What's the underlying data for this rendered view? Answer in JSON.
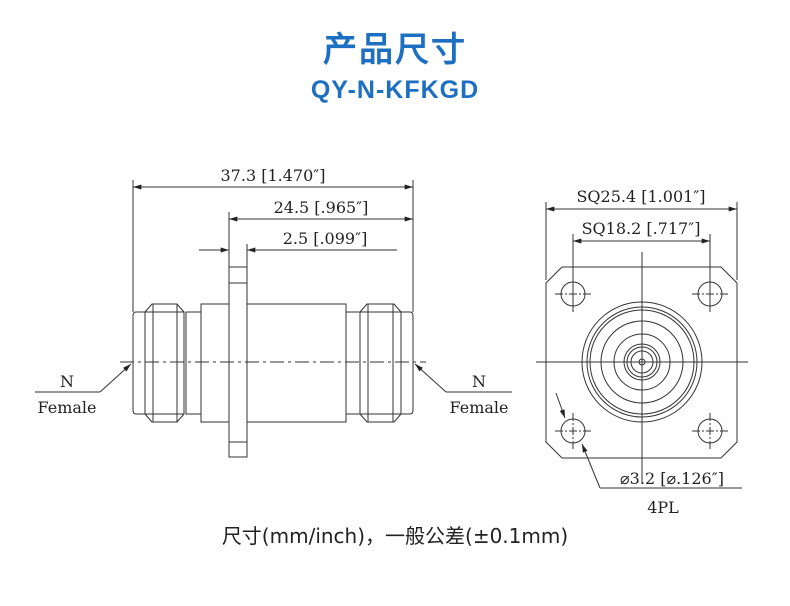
{
  "header": {
    "title": "产品尺寸",
    "model": "QY-N-KFKGD"
  },
  "side_view": {
    "overall_length": "37.3 [1.470″]",
    "flange_to_end": "24.5 [.965″]",
    "flange_thickness": "2.5 [.099″]",
    "left_label_line1": "N",
    "left_label_line2": "Female",
    "right_label_line1": "N",
    "right_label_line2": "Female"
  },
  "front_view": {
    "flange_square": "SQ25.4 [1.001″]",
    "hole_spacing": "SQ18.2 [.717″]",
    "hole_diameter": "⌀3.2 [⌀.126″]",
    "hole_count": "4PL"
  },
  "caption": "尺寸(mm/inch)，一般公差(±0.1mm)",
  "colors": {
    "title": "#1d6fc2",
    "lines": "#333333"
  }
}
